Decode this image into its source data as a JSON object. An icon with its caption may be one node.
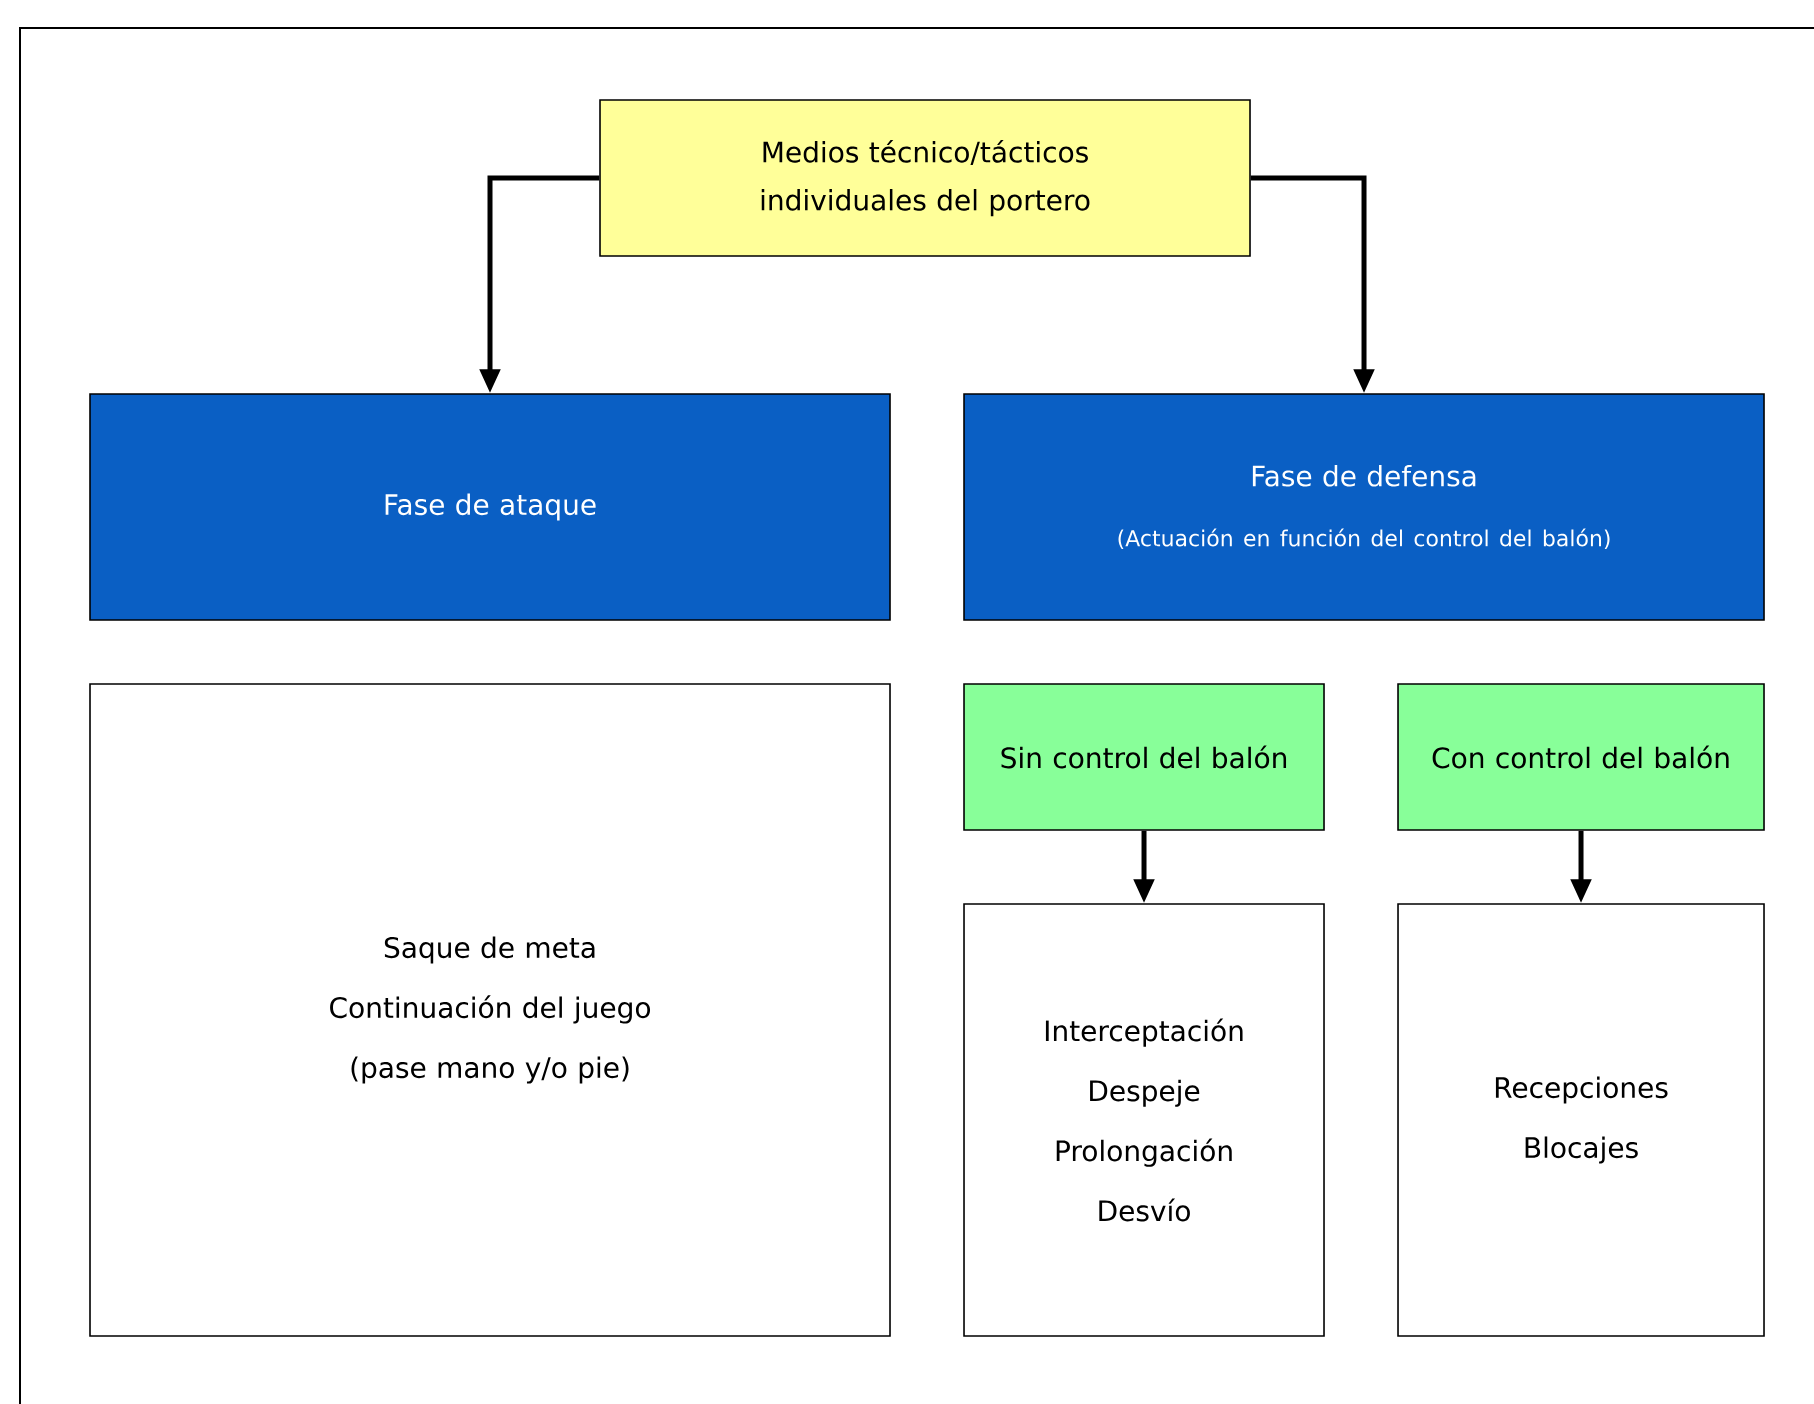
{
  "diagram": {
    "nodes": [
      {
        "text": [
          "Medios técnico/tácticos individuales del portero"
        ]
      },
      {
        "text": [
          "Fase de ataque"
        ]
      },
      {
        "text": [
          "Fase de defensa",
          "(Actuación en función del control del balón)"
        ]
      },
      {
        "text": [
          "Saque de meta",
          "Continuación del juego",
          "(pase mano y/o pie)"
        ]
      },
      {
        "text": [
          "Sin control del balón"
        ]
      },
      {
        "text": [
          "Con control del balón"
        ]
      },
      {
        "text": [
          "Interceptación",
          "Despeje",
          "Prolongación",
          "Desvío"
        ]
      },
      {
        "text": [
          "Recepciones",
          "Blocajes"
        ]
      }
    ],
    "edges": [
      {
        "from": 0,
        "to": 1,
        "arrow": "to"
      },
      {
        "from": 0,
        "to": 2,
        "arrow": "to"
      },
      {
        "from": 4,
        "to": 6,
        "arrow": "to"
      },
      {
        "from": 5,
        "to": 7,
        "arrow": "to"
      }
    ]
  }
}
